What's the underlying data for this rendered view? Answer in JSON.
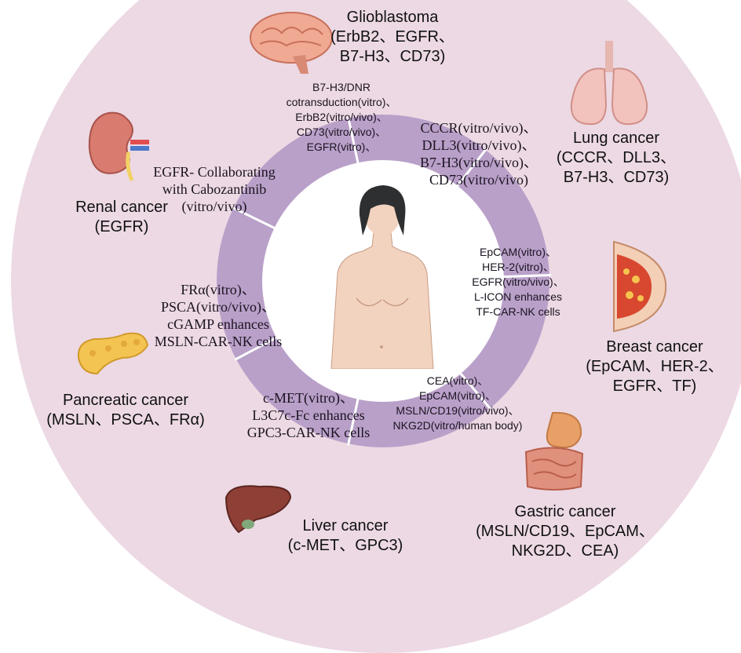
{
  "center": {
    "figure_icon": "female-torso-icon"
  },
  "cancers": [
    {
      "key": "glioblastoma",
      "icon": "brain-icon",
      "lines": [
        "Glioblastoma",
        "(ErbB2、EGFR、",
        "B7-H3、CD73)"
      ]
    },
    {
      "key": "lung",
      "icon": "lungs-icon",
      "lines": [
        "Lung cancer",
        "(CCCR、DLL3、",
        "B7-H3、CD73)"
      ]
    },
    {
      "key": "breast",
      "icon": "breast-icon",
      "lines": [
        "Breast cancer",
        "(EpCAM、HER-2、",
        "EGFR、TF)"
      ]
    },
    {
      "key": "gastric",
      "icon": "stomach-intestine-icon",
      "lines": [
        "Gastric cancer",
        "(MSLN/CD19、EpCAM、",
        "NKG2D、CEA)"
      ]
    },
    {
      "key": "liver",
      "icon": "liver-icon",
      "lines": [
        "Liver cancer",
        "(c-MET、GPC3)"
      ]
    },
    {
      "key": "pancreatic",
      "icon": "pancreas-icon",
      "lines": [
        "Pancreatic cancer",
        "(MSLN、PSCA、FRα)"
      ]
    },
    {
      "key": "renal",
      "icon": "kidney-icon",
      "lines": [
        "Renal cancer",
        "(EGFR)"
      ]
    }
  ],
  "segments": [
    {
      "key": "glioblastoma",
      "lines": [
        "B7-H3/DNR",
        "cotransduction(vitro)、",
        "ErbB2(vitro/vivo)、",
        "CD73(vitro/vivo)、",
        "EGFR(vitro)、"
      ]
    },
    {
      "key": "lung",
      "lines": [
        "CCCR(vitro/vivo)、",
        "DLL3(vitro/vivo)、",
        "B7-H3(vitro/vivo)、",
        "CD73(vitro/vivo)"
      ]
    },
    {
      "key": "breast",
      "lines": [
        "EpCAM(vitro)、",
        "HER-2(vitro)、",
        "EGFR(vitro/vivo)、",
        "L-ICON enhances",
        "TF-CAR-NK cells"
      ]
    },
    {
      "key": "gastric",
      "lines": [
        "CEA(vitro)、",
        "EpCAM(vitro)、",
        "MSLN/CD19(vitro/vivo)、",
        "NKG2D(vitro/human body)"
      ]
    },
    {
      "key": "liver",
      "lines": [
        "c-MET(vitro)、",
        "L3C7c-Fc enhances",
        "GPC3-CAR-NK cells"
      ]
    },
    {
      "key": "pancreatic",
      "lines": [
        "FRα(vitro)、",
        "PSCA(vitro/vivo)、",
        "cGAMP enhances",
        "MSLN-CAR-NK cells"
      ]
    },
    {
      "key": "renal",
      "lines": [
        "EGFR- Collaborating",
        "with Cabozantinib",
        "(vitro/vivo)"
      ]
    }
  ],
  "colors": {
    "outer": "#ecd9e4",
    "ring": "#b9a0c9",
    "divider": "#ffffff",
    "center": "#ffffff"
  }
}
